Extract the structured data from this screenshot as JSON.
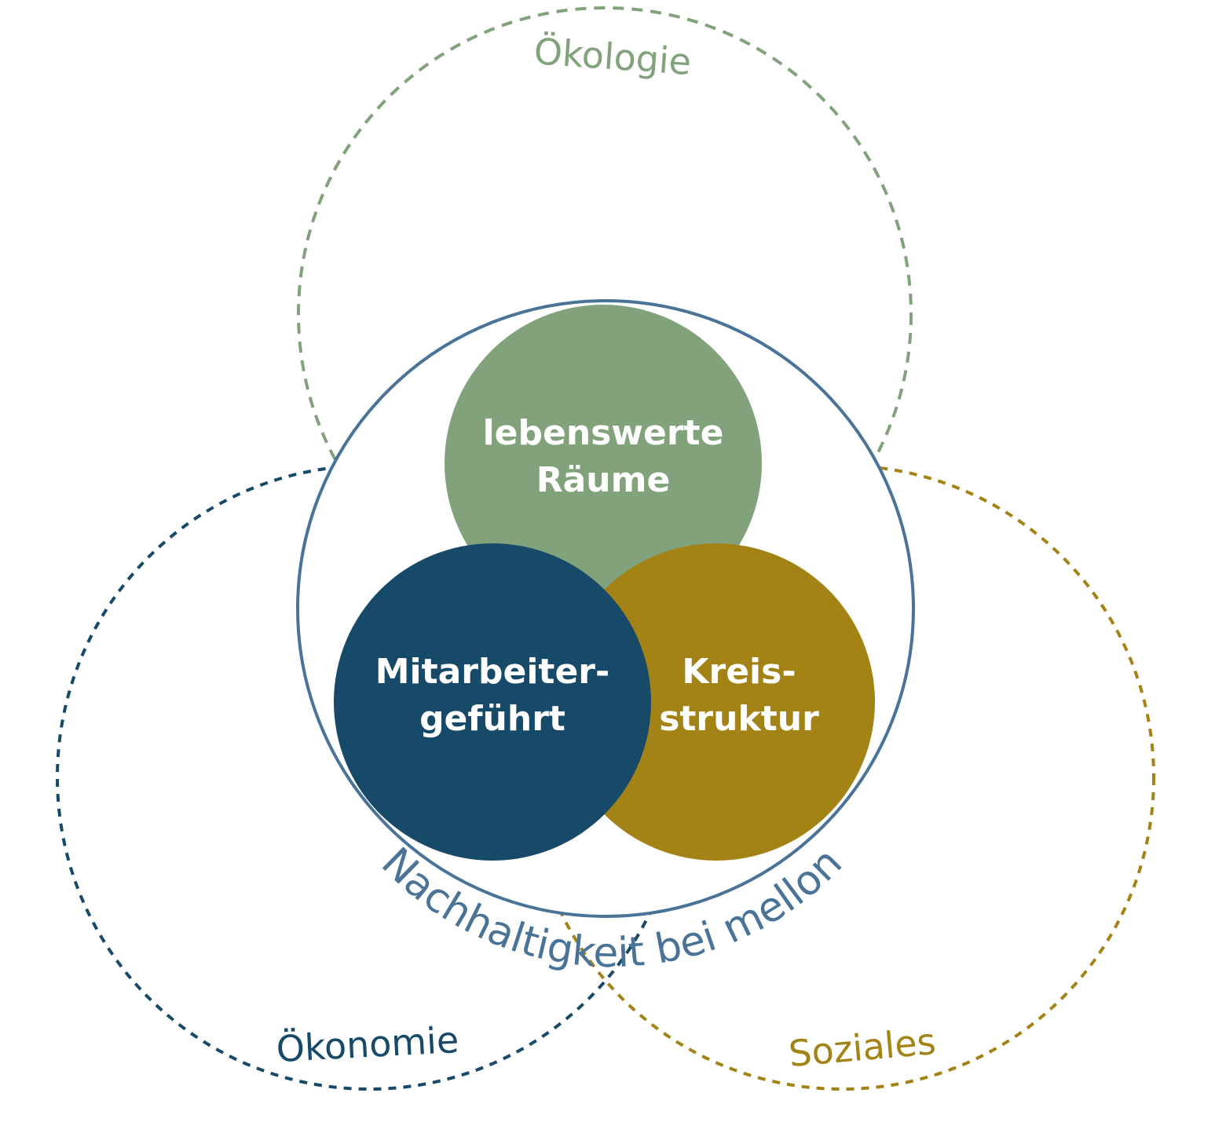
{
  "colors": {
    "ecology": "#82a27c",
    "economy": "#174a68",
    "social": "#a38316",
    "ring": "#4a7398",
    "background": "#ffffff"
  },
  "dimensions": {
    "ecology": "Ökologie",
    "economy": "Ökonomie",
    "social": "Soziales"
  },
  "center_title": "Nachhaltigkeit bei mellon",
  "pillars": {
    "top": {
      "line1": "lebenswerte",
      "line2": "Räume"
    },
    "left": {
      "line1": "Mitarbeiter-",
      "line2": "geführt"
    },
    "right": {
      "line1": "Kreis-",
      "line2": "struktur"
    }
  }
}
